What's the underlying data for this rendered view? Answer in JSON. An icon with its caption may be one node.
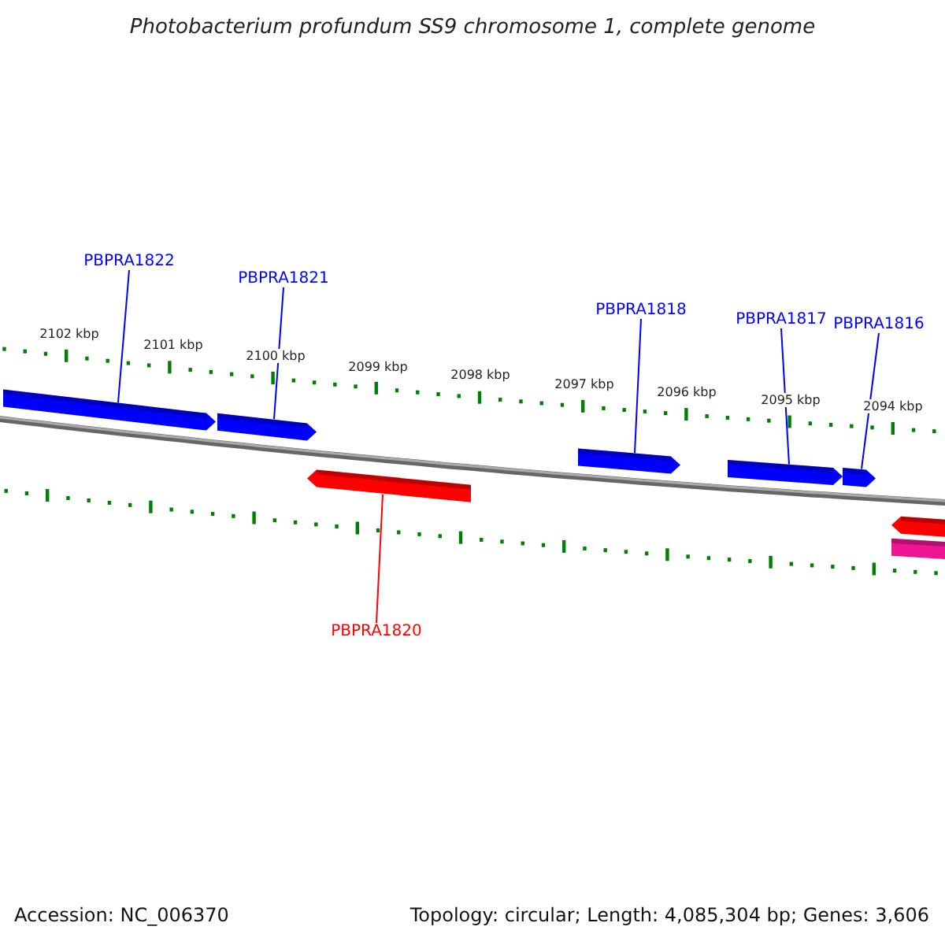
{
  "diagram": {
    "title": "Photobacterium profundum SS9 chromosome 1, complete genome",
    "nodes": [
      {
        "text": [
          "PBPRA1822"
        ]
      },
      {
        "text": [
          "PBPRA1821"
        ]
      },
      {
        "text": [
          "PBPRA1818"
        ]
      },
      {
        "text": [
          "PBPRA1817"
        ]
      },
      {
        "text": [
          "PBPRA1816"
        ]
      },
      {
        "text": [
          "PBPRA1820"
        ]
      },
      {
        "text": [],
        "shape": "bar"
      },
      {
        "text": [],
        "shape": "bar"
      },
      {
        "text": [],
        "shape": "bar"
      },
      {
        "text": [],
        "shape": "bar"
      },
      {
        "text": [],
        "shape": "bar"
      },
      {
        "text": [],
        "shape": "bar"
      },
      {
        "text": [],
        "shape": "bar"
      },
      {
        "text": [],
        "shape": "bar"
      }
    ],
    "edges": [
      {
        "from": 0,
        "to": 6,
        "arrow": "none"
      },
      {
        "from": 1,
        "to": 7,
        "arrow": "none"
      },
      {
        "from": 2,
        "to": 9,
        "arrow": "none"
      },
      {
        "from": 3,
        "to": 10,
        "arrow": "none"
      },
      {
        "from": 4,
        "to": 11,
        "arrow": "none"
      },
      {
        "from": 5,
        "to": 8,
        "arrow": "none",
        "color": "#ff0000"
      }
    ],
    "labels": [
      "2102 kbp",
      "2101 kbp",
      "2100 kbp",
      "2099 kbp",
      "2098 kbp",
      "2097 kbp",
      "2096 kbp",
      "2095 kbp",
      "2094 kbp",
      "Accession: NC_006370",
      "Topology: circular; Length: 4,085,304 bp; Genes: 3,606"
    ]
  }
}
